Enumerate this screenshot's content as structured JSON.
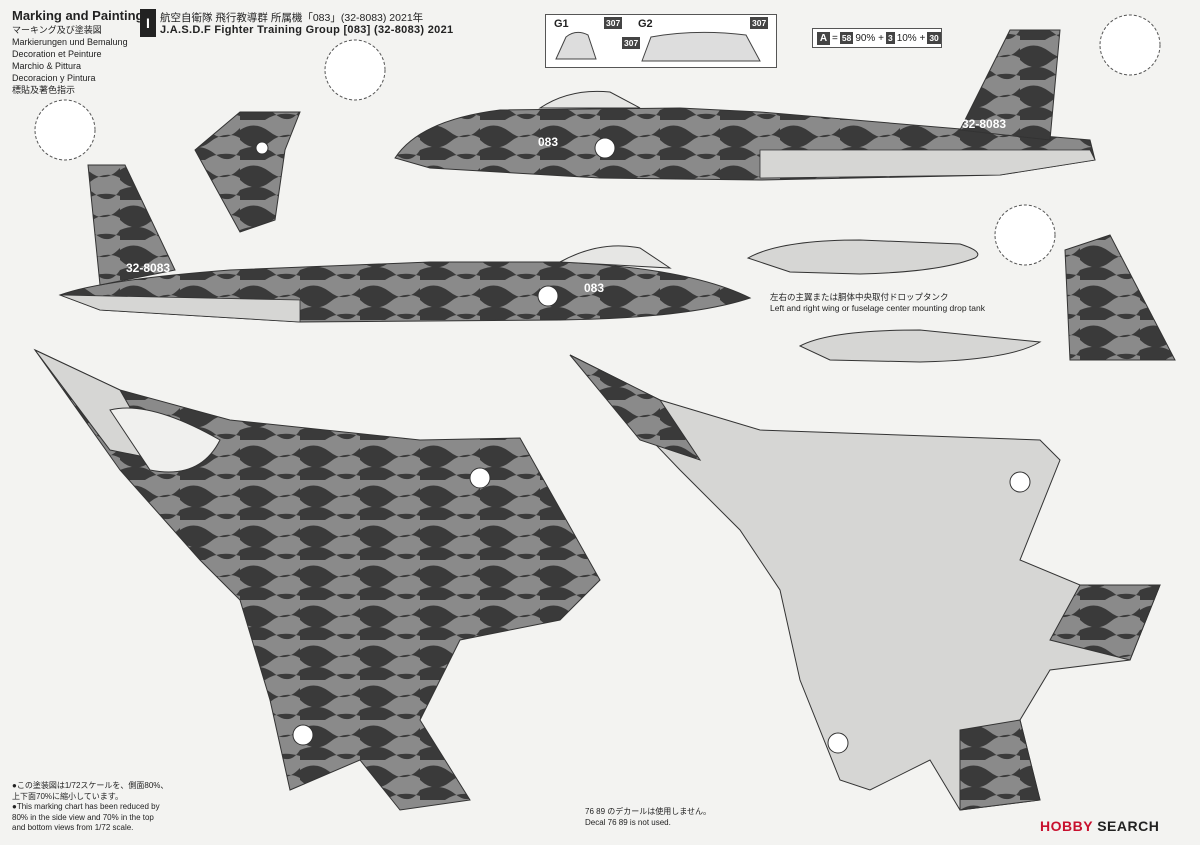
{
  "header": {
    "title": "Marking and Painting",
    "lines": [
      "マーキング及び塗装図",
      "Markierungen und Bemalung",
      "Decoration et Peinture",
      "Marchio & Pittura",
      "Decoracion y Pintura",
      "標貼及著色指示"
    ]
  },
  "subtitle": {
    "marker": "I",
    "jp": "航空自衛隊 飛行教導群 所属機「083」(32-8083) 2021年",
    "en": "J.A.S.D.F Fighter Training Group [083] (32-8083) 2021"
  },
  "canopy_box": {
    "g1": "G1",
    "g2": "G2",
    "c1": "307",
    "c2": "307",
    "c3": "307"
  },
  "color_mix": {
    "a": "A",
    "c1": "58",
    "p1": "90% +",
    "c2": "3",
    "p2": "10% +",
    "c3": "30"
  },
  "aircraft_serial": "32-8083",
  "aircraft_code": "083",
  "tank_caption": [
    "左右の主翼または胴体中央取付ドロップタンク",
    "Left and right wing or fuselage center mounting drop tank"
  ],
  "scale_note": [
    "●この塗装図は1/72スケールを、側面80%、",
    "上下面70%に縮小しています。",
    "●This marking chart has been reduced by",
    "80% in the side view and 70% in the top",
    "and bottom views from 1/72 scale."
  ],
  "decal_note": {
    "jp": "76 89 のデカールは使用しません。",
    "en": "Decal 76 89 is not used."
  },
  "logo": {
    "brand": "HOBBY",
    "rest": " SEARCH"
  },
  "colors": {
    "camo_dark": "#3a3a3a",
    "camo_mid": "#8a8a8a",
    "light": "#d6d6d4",
    "accent": "#c8102e"
  }
}
